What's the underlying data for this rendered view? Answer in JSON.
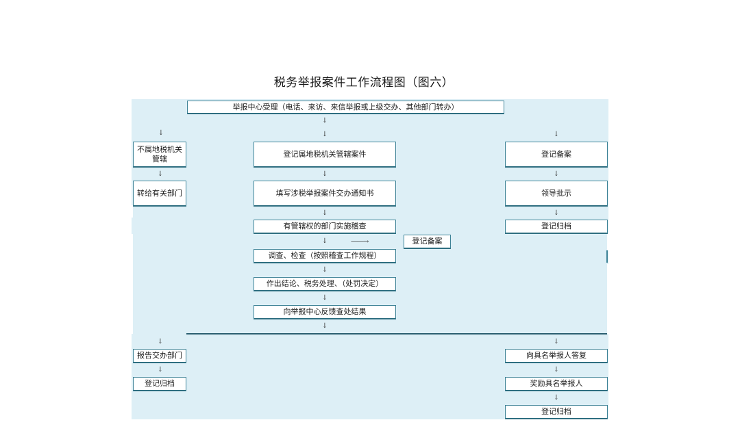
{
  "title": "税务举报案件工作流程图（图六）",
  "nodes": {
    "intake": "举报中心受理（电话、来访、来信举报或上级交办、其他部门转办）",
    "not_jurisdiction": "不属地税机关管辖",
    "transfer_dept": "转给有关部门",
    "register_case": "登记属地税机关管辖案件",
    "fill_notice": "填写涉税举报案件交办通知书",
    "dept_check": "有管辖权的部门实施稽查",
    "register_file_mid": "登记备案",
    "investigate": "调查、检查（按照稽查工作规程）",
    "conclusion": "作出结论、税务处理、（处罚决定）",
    "feedback": "向举报中心反馈查处结果",
    "report_dept": "报告交办部门",
    "archive_left": "登记归档",
    "register_file_right": "登记备案",
    "leader": "领导批示",
    "archive_right_top": "登记归档",
    "reply": "向具名举报人答复",
    "reward": "奖励具名举报人",
    "archive_right_bottom": "登记归档"
  },
  "icons": {
    "arrow_down": "↓",
    "arrow_right": "——→"
  },
  "colors": {
    "panel": "#ddeff6",
    "border": "#3d8296",
    "line": "#2b5f70"
  }
}
